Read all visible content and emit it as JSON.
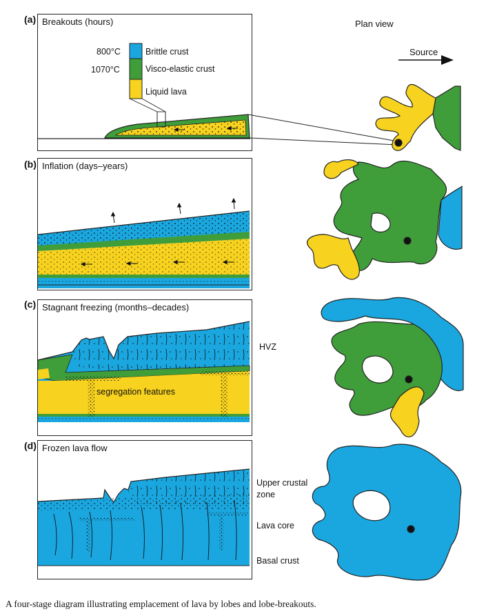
{
  "plan_view_label": "Plan view",
  "source_label": "Source",
  "panels": {
    "a": {
      "letter": "(a)",
      "title": "Breakouts (hours)"
    },
    "b": {
      "letter": "(b)",
      "title": "Inflation (days–years)"
    },
    "c": {
      "letter": "(c)",
      "title": "Stagnant freezing (months–decades)"
    },
    "d": {
      "letter": "(d)",
      "title": "Frozen lava flow"
    }
  },
  "legend": {
    "temp_top": "800°C",
    "temp_mid": "1070°C",
    "brittle": "Brittle crust",
    "visco": "Visco-elastic crust",
    "liquid": "Liquid lava"
  },
  "labels": {
    "hvz": "HVZ",
    "segregation": "segregation features",
    "upper_crustal_1": "Upper crustal",
    "upper_crustal_2": "zone",
    "lava_core": "Lava core",
    "basal_crust": "Basal crust"
  },
  "caption": "A four-stage diagram illustrating emplacement of lava by lobes and lobe-breakouts.",
  "colors": {
    "brittle": "#1aa7e0",
    "visco": "#3f9e3a",
    "liquid": "#f7d21e",
    "outline": "#222222"
  }
}
